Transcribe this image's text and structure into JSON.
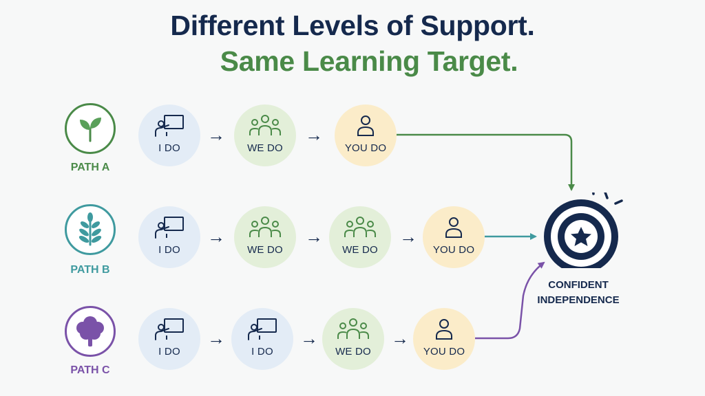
{
  "header": {
    "title_line1": "Different Levels of Support.",
    "title_line2": "Same Learning Target."
  },
  "colors": {
    "navy": "#15294d",
    "path_a": "#4a8a48",
    "path_b": "#3f9a9f",
    "path_c": "#7a52a8",
    "i_do_bg": "#e3ecf6",
    "we_do_bg": "#e3efd9",
    "you_do_bg": "#fbecc9"
  },
  "paths": [
    {
      "label": "PATH A",
      "icon": "sprout-icon",
      "steps": [
        {
          "label": "I DO",
          "icon": "teacher-board-icon"
        },
        {
          "label": "WE DO",
          "icon": "group-icon"
        },
        {
          "label": "YOU DO",
          "icon": "person-icon"
        }
      ]
    },
    {
      "label": "PATH B",
      "icon": "leafy-plant-icon",
      "steps": [
        {
          "label": "I DO",
          "icon": "teacher-board-icon"
        },
        {
          "label": "WE DO",
          "icon": "group-icon"
        },
        {
          "label": "WE DO",
          "icon": "group-icon"
        },
        {
          "label": "YOU DO",
          "icon": "person-icon"
        }
      ]
    },
    {
      "label": "PATH C",
      "icon": "tree-icon",
      "steps": [
        {
          "label": "I DO",
          "icon": "teacher-board-icon"
        },
        {
          "label": "I DO",
          "icon": "teacher-board-icon"
        },
        {
          "label": "WE DO",
          "icon": "group-icon"
        },
        {
          "label": "YOU DO",
          "icon": "person-icon"
        }
      ]
    }
  ],
  "target": {
    "icon": "bullseye-star-icon",
    "label_line1": "CONFIDENT",
    "label_line2": "INDEPENDENCE"
  }
}
